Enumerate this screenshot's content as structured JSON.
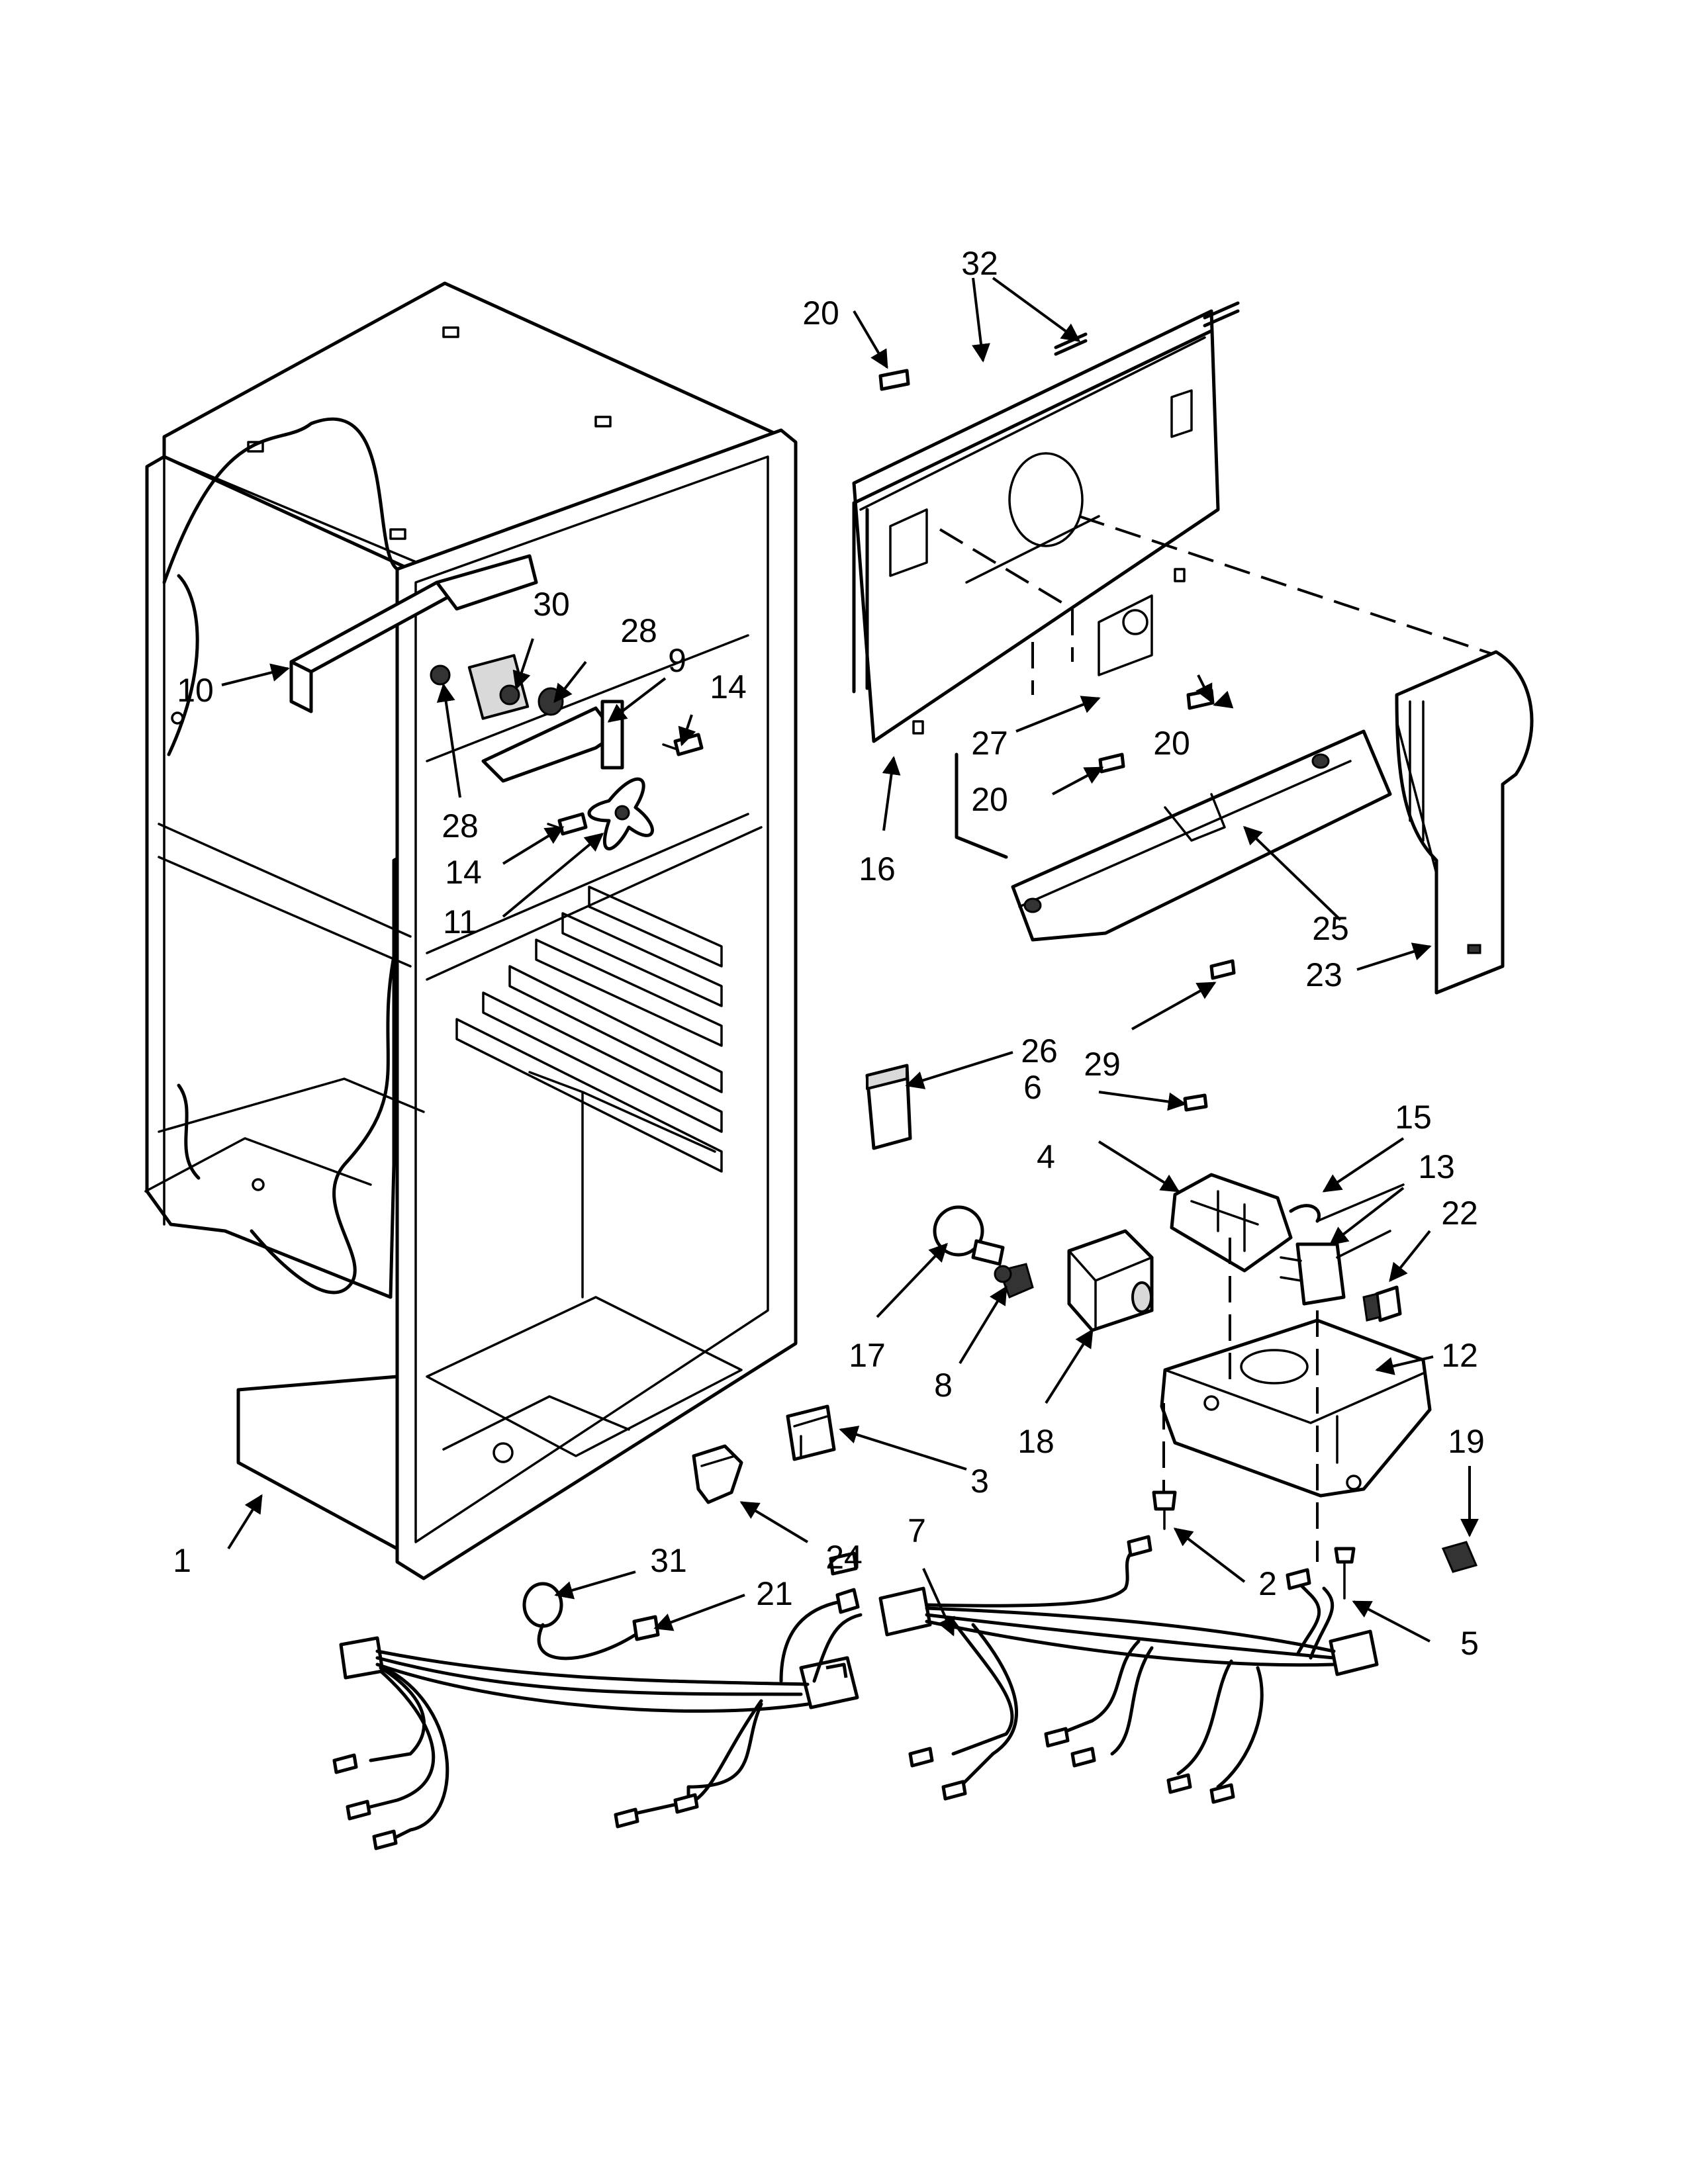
{
  "callouts": {
    "c1": "1",
    "c2": "2",
    "c3": "3",
    "c4": "4",
    "c5": "5",
    "c6": "6",
    "c7": "7",
    "c8": "8",
    "c9": "9",
    "c10": "10",
    "c11": "11",
    "c12": "12",
    "c13": "13",
    "c14a": "14",
    "c14b": "14",
    "c15": "15",
    "c16": "16",
    "c17": "17",
    "c18": "18",
    "c19": "19",
    "c20a": "20",
    "c20b": "20",
    "c20c": "20",
    "c21": "21",
    "c22": "22",
    "c23": "23",
    "c24": "24",
    "c25": "25",
    "c26": "26",
    "c27": "27",
    "c28a": "28",
    "c28b": "28",
    "c29": "29",
    "c30": "30",
    "c31": "31",
    "c32": "32"
  }
}
